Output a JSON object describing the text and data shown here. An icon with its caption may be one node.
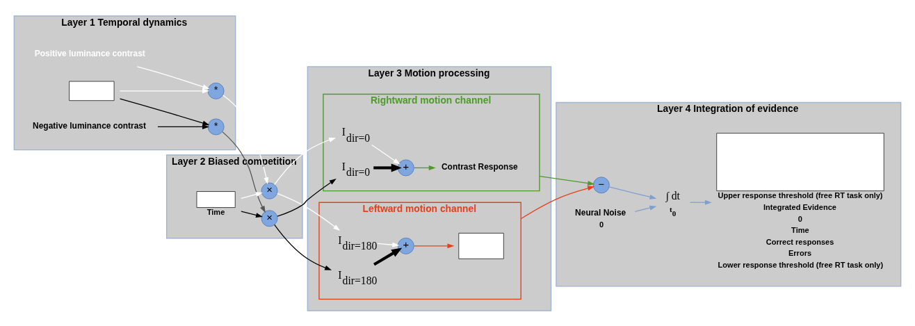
{
  "diagram": {
    "nodes": [
      {
        "text": [
          "Layer 1 Temporal dynamics"
        ]
      },
      {
        "text": [
          "Positive luminance contrast"
        ],
        "in": 0
      },
      {
        "text": [
          "*"
        ],
        "in": 0
      },
      {
        "text": [],
        "shape": "box",
        "in": 0
      },
      {
        "text": [
          "*"
        ],
        "in": 0
      },
      {
        "text": [
          "Negative luminance contrast"
        ],
        "in": 0
      },
      {
        "text": [
          "Layer 2 Biased competition"
        ]
      },
      {
        "text": [
          "×"
        ],
        "in": 6
      },
      {
        "text": [],
        "shape": "box",
        "beside": [
          "Time"
        ],
        "in": 6
      },
      {
        "text": [
          "×"
        ],
        "in": 6
      },
      {
        "text": [
          "Layer 3 Motion processing"
        ]
      },
      {
        "text": [
          "Rightward motion channel"
        ],
        "in": 10
      },
      {
        "text": [
          "I$_{dir=0}$"
        ],
        "in": 11
      },
      {
        "text": [
          "+"
        ],
        "in": 11
      },
      {
        "text": [
          "I$_{dir=0}$"
        ],
        "in": 11
      },
      {
        "text": [
          "Contrast Response"
        ],
        "in": 11
      },
      {
        "text": [
          "Leftward motion channel"
        ],
        "in": 10
      },
      {
        "text": [
          "I$_{dir=180}$"
        ],
        "in": 16
      },
      {
        "text": [
          "+"
        ],
        "in": 16
      },
      {
        "text": [
          "I$_{dir=180}$"
        ],
        "in": 16
      },
      {
        "text": [],
        "shape": "box",
        "in": 16
      },
      {
        "text": [
          "Layer 4 Integration of evidence"
        ]
      },
      {
        "text": [
          "−"
        ],
        "in": 21
      },
      {
        "text": [
          "Neural Noise"
        ],
        "beside": [
          "0"
        ],
        "in": 21
      },
      {
        "text": [
          "∫ dt"
        ],
        "beside": [
          "t$_{0}$"
        ],
        "in": 21
      },
      {
        "text": [],
        "shape": "box",
        "beside": [
          "Upper response threshold (free RT task only)",
          "Integrated Evidence",
          "0",
          "Time",
          "Correct responses",
          "Errors",
          "Lower response threshold (free RT task only)"
        ],
        "in": 21
      }
    ],
    "edges": [
      {
        "from": 1,
        "to": 2,
        "arrow": "to"
      },
      {
        "from": 3,
        "to": 2,
        "arrow": "to"
      },
      {
        "from": 3,
        "to": 4,
        "arrow": "to",
        "color": "#000000"
      },
      {
        "from": 5,
        "to": 4,
        "arrow": "to",
        "color": "#000000"
      },
      {
        "from": 2,
        "to": 7,
        "arrow": "to"
      },
      {
        "from": 4,
        "to": 9,
        "arrow": "to",
        "color": "#555555"
      },
      {
        "from": 8,
        "to": 7,
        "arrow": "to"
      },
      {
        "from": 8,
        "to": 9,
        "arrow": "to",
        "color": "#000000"
      },
      {
        "from": 7,
        "to": 12,
        "arrow": "to"
      },
      {
        "from": 7,
        "to": 17,
        "arrow": "to"
      },
      {
        "from": 9,
        "to": 14,
        "arrow": "to",
        "color": "#000000"
      },
      {
        "from": 9,
        "to": 19,
        "arrow": "to",
        "color": "#000000"
      },
      {
        "from": 12,
        "to": 13,
        "arrow": "to"
      },
      {
        "from": 14,
        "to": 13,
        "arrow": "to",
        "style": "thick",
        "color": "#000000"
      },
      {
        "from": 17,
        "to": 18,
        "arrow": "to"
      },
      {
        "from": 19,
        "to": 18,
        "arrow": "to",
        "style": "thick",
        "color": "#000000"
      },
      {
        "from": 13,
        "to": 15,
        "arrow": "to",
        "color": "#4e9a2a"
      },
      {
        "from": 18,
        "to": 20,
        "arrow": "to",
        "color": "#e5401c"
      },
      {
        "from": 11,
        "to": 22,
        "arrow": "to",
        "color": "#4e9a2a"
      },
      {
        "from": 16,
        "to": 22,
        "arrow": "to",
        "color": "#e5401c"
      },
      {
        "from": 23,
        "to": 24,
        "arrow": "to",
        "color": "#7f9fcf"
      },
      {
        "from": 22,
        "to": 24,
        "arrow": "to",
        "color": "#7f9fcf"
      },
      {
        "from": 24,
        "to": 25,
        "arrow": "to",
        "color": "#7f9fcf"
      }
    ]
  }
}
